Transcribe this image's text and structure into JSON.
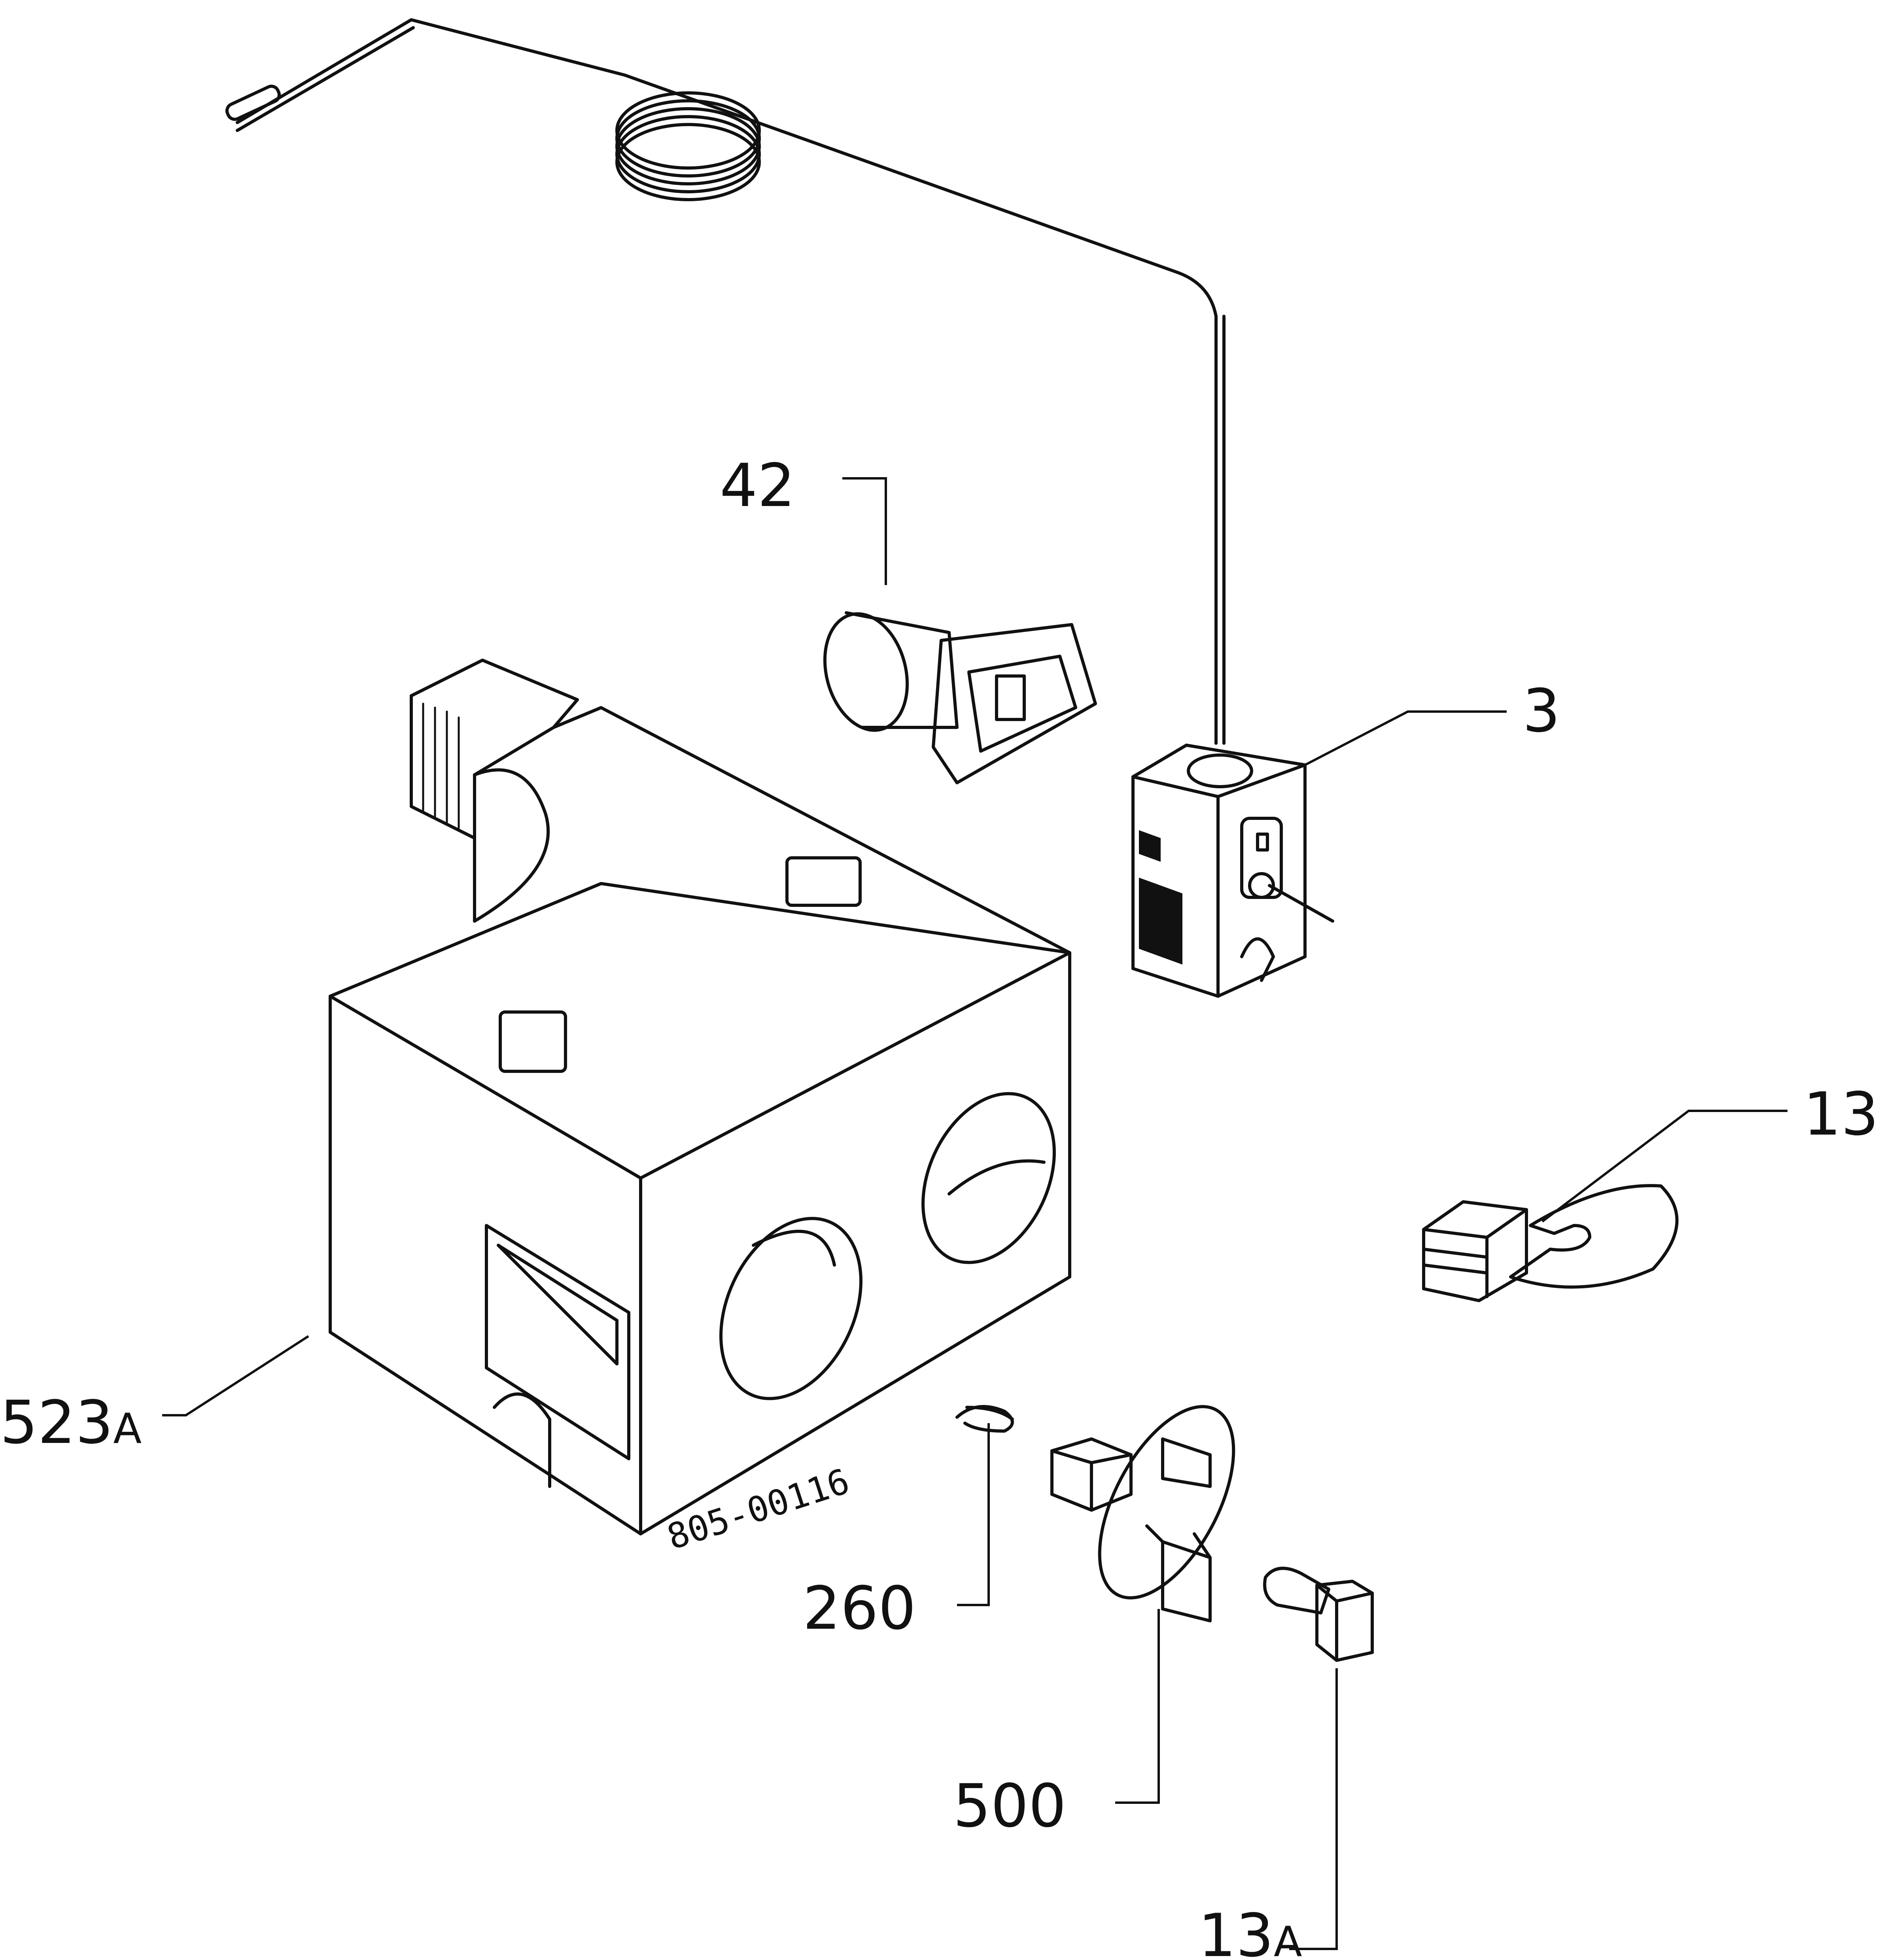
{
  "callouts": {
    "part_42": "42",
    "part_3": "3",
    "part_13": "13",
    "part_523a_num": "523",
    "part_523a_suffix": "A",
    "part_260": "260",
    "part_500": "500",
    "part_13a_num": "13",
    "part_13a_suffix": "A"
  },
  "drawing_code": "805-00116"
}
